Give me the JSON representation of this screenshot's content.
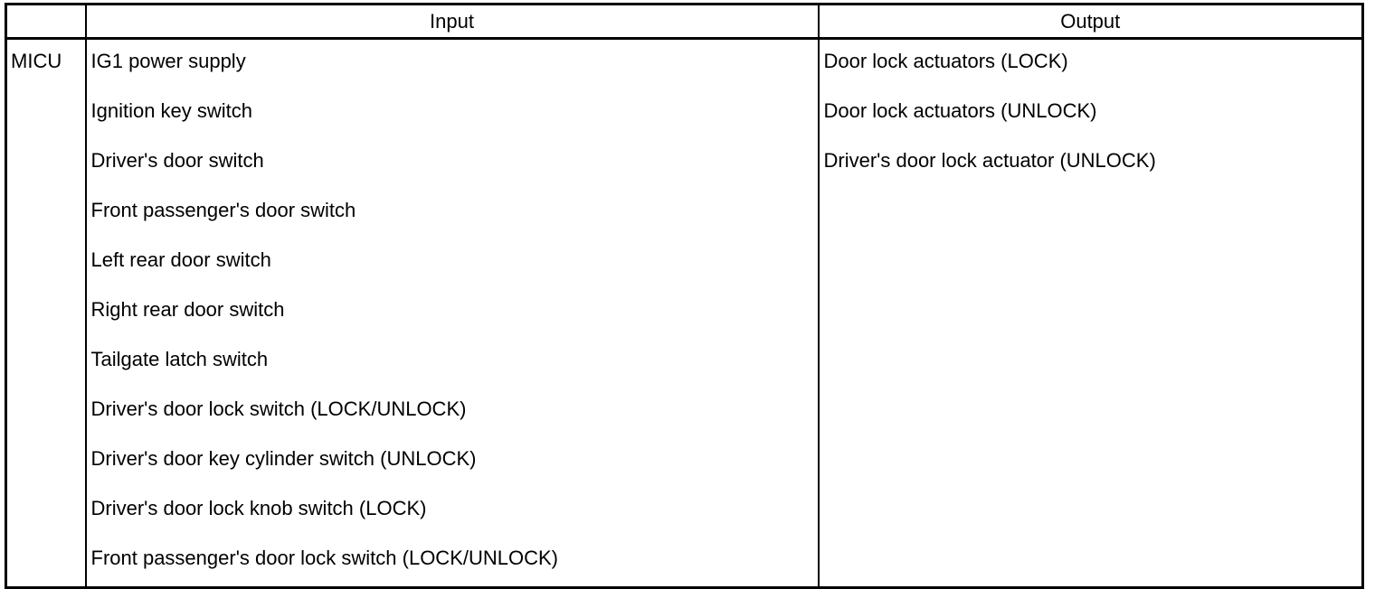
{
  "table": {
    "headers": {
      "module": "",
      "input": "Input",
      "output": "Output"
    },
    "module_label": "MICU",
    "inputs": [
      "IG1 power supply",
      "Ignition key switch",
      "Driver's door switch",
      "Front passenger's door switch",
      "Left rear door switch",
      "Right rear door switch",
      "Tailgate latch switch",
      "Driver's door lock switch (LOCK/UNLOCK)",
      "Driver's door key cylinder switch (UNLOCK)",
      "Driver's door lock knob switch (LOCK)",
      "Front passenger's door lock switch (LOCK/UNLOCK)"
    ],
    "outputs": [
      "Door lock actuators (LOCK)",
      "Door lock actuators (UNLOCK)",
      "Driver's door lock actuator (UNLOCK)"
    ]
  },
  "colors": {
    "rule": "#000000",
    "text": "#000000",
    "background": "#ffffff"
  }
}
